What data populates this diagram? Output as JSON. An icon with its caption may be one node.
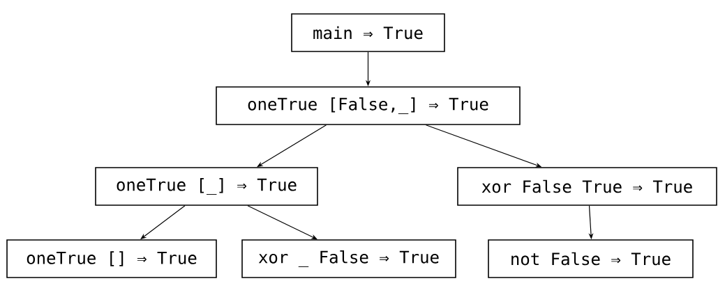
{
  "diagram": {
    "nodes": [
      {
        "text": [
          "main ⇒ True"
        ]
      },
      {
        "text": [
          "oneTrue [False,_] ⇒ True"
        ]
      },
      {
        "text": [
          "oneTrue [_] ⇒ True"
        ]
      },
      {
        "text": [
          "xor False True ⇒ True"
        ]
      },
      {
        "text": [
          "oneTrue [] ⇒ True"
        ]
      },
      {
        "text": [
          "xor _ False ⇒ True"
        ]
      },
      {
        "text": [
          "not False ⇒ True"
        ]
      }
    ],
    "edges": [
      {
        "from": 0,
        "to": 1,
        "arrow": "to"
      },
      {
        "from": 1,
        "to": 2,
        "arrow": "to"
      },
      {
        "from": 1,
        "to": 3,
        "arrow": "to"
      },
      {
        "from": 2,
        "to": 4,
        "arrow": "to"
      },
      {
        "from": 2,
        "to": 5,
        "arrow": "to"
      },
      {
        "from": 3,
        "to": 6,
        "arrow": "to"
      }
    ]
  }
}
